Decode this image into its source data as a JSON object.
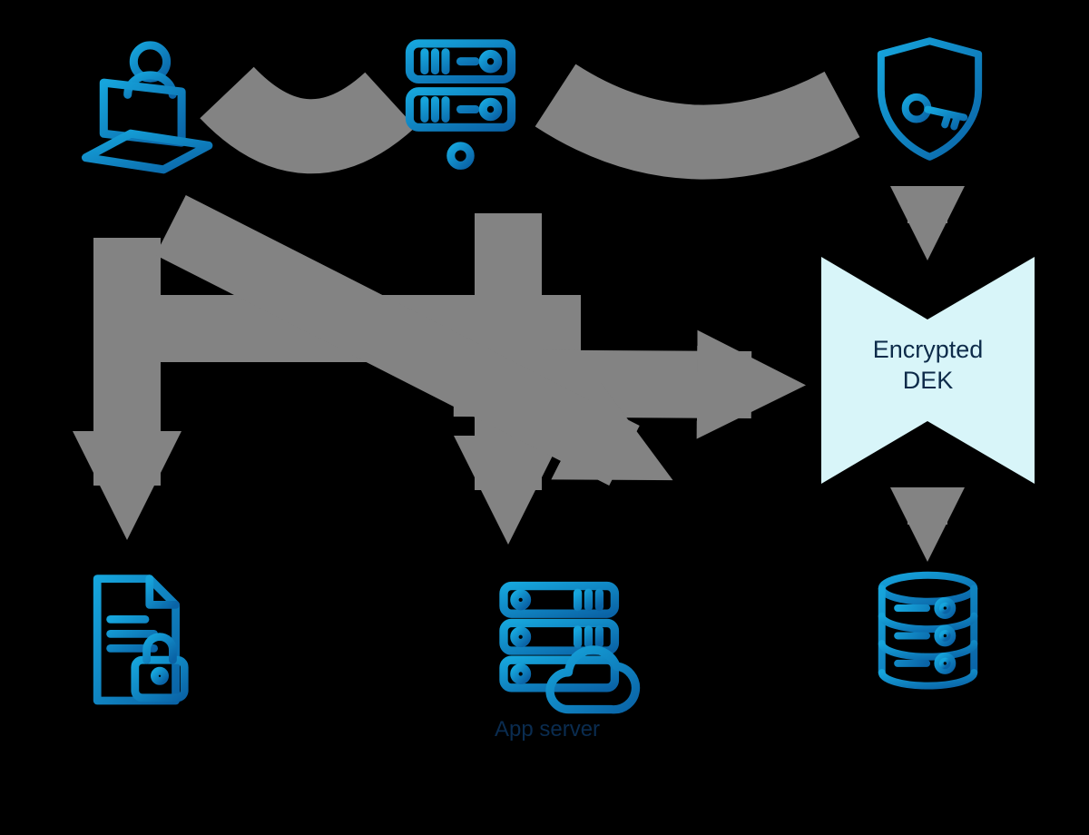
{
  "diagram": {
    "dek_label": {
      "line1": "Encrypted",
      "line2": "DEK"
    },
    "labels": {
      "app_server": "App server"
    },
    "colors": {
      "background": "#000000",
      "icon_blue_light": "#16a5dc",
      "icon_blue_dark": "#0a63a6",
      "arrow_gray": "#838383",
      "dek_fill": "#d8f5f9",
      "dek_text": "#0d2b4a",
      "label_dark": "#0a2c50"
    },
    "nodes": [
      {
        "id": "user-workstation",
        "icon": "user-laptop-icon"
      },
      {
        "id": "key-server",
        "icon": "network-server-key-icon"
      },
      {
        "id": "kms-shield",
        "icon": "shield-key-icon"
      },
      {
        "id": "encrypted-document",
        "icon": "document-lock-icon"
      },
      {
        "id": "app-server",
        "icon": "server-cloud-icon",
        "label": "App server"
      },
      {
        "id": "encrypted-database",
        "icon": "database-gears-icon"
      }
    ]
  }
}
